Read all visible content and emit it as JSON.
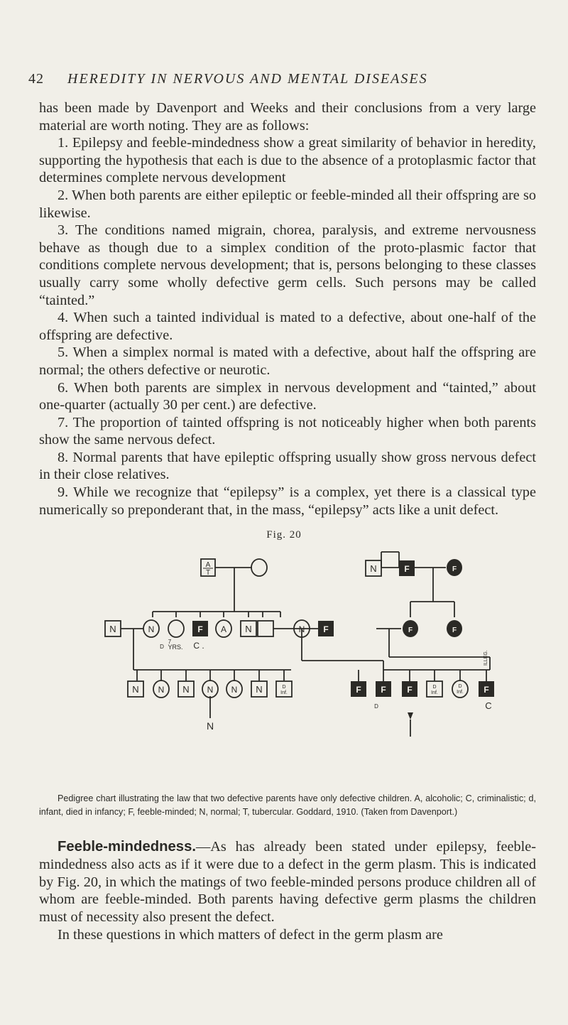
{
  "header": {
    "page_number": "42",
    "running_title": "HEREDITY IN NERVOUS AND MENTAL DISEASES"
  },
  "body": {
    "intro": "has been made by Davenport and Weeks and their conclusions from a very large material are worth noting. They are as follows:",
    "items": [
      "1. Epilepsy and feeble-mindedness show a great similarity of behavior in heredity, supporting the hypothesis that each is due to the absence of a protoplasmic factor that determines complete nervous development",
      "2. When both parents are either epileptic or feeble-minded all their offspring are so likewise.",
      "3. The conditions named migrain, chorea, paralysis, and extreme nervousness behave as though due to a simplex condition of the proto-plasmic factor that conditions complete nervous development; that is, persons belonging to these classes usually carry some wholly defective germ cells. Such persons may be called “tainted.”",
      "4. When such a tainted individual is mated to a defective, about one-half of the offspring are defective.",
      "5. When a simplex normal is mated with a defective, about half the offspring are normal; the others defective or neurotic.",
      "6. When both parents are simplex in nervous development and “tainted,” about one-quarter (actually 30 per cent.) are defective.",
      "7. The proportion of tainted offspring is not noticeably higher when both parents show the same nervous defect.",
      "8. Normal parents that have epileptic offspring usually show gross nervous defect in their close relatives.",
      "9. While we recognize that “epilepsy” is a complex, yet there is a classical type numerically so preponderant that, in the mass, “epilepsy” acts like a unit defect."
    ]
  },
  "figure": {
    "label": "Fig. 20",
    "symbols": {
      "A": "A",
      "T": "T",
      "N": "N",
      "F": "F",
      "C": "C",
      "D": "D",
      "Inf": "Inf.",
      "yrs": "YRS.",
      "seven": "7",
      "c_dot": "C .",
      "illeg": "ILLEG."
    },
    "caption": "Pedigree chart illustrating the law that two defective parents have only defective children. A, alcoholic; C, criminalistic; d, infant, died in infancy; F, feeble-minded; N, normal; T, tubercular. Goddard, 1910. (Taken from Davenport.)"
  },
  "section": {
    "heading": "Feeble-mindedness.",
    "text": "—As has already been stated under epilepsy, feeble-mindedness also acts as if it were due to a defect in the germ plasm. This is indicated by Fig. 20, in which the matings of two feeble-minded persons produce children all of whom are feeble-minded. Both parents having defective germ plasms the children must of necessity also present the defect.",
    "continuation": "In these questions in which matters of defect in the germ plasm are"
  }
}
